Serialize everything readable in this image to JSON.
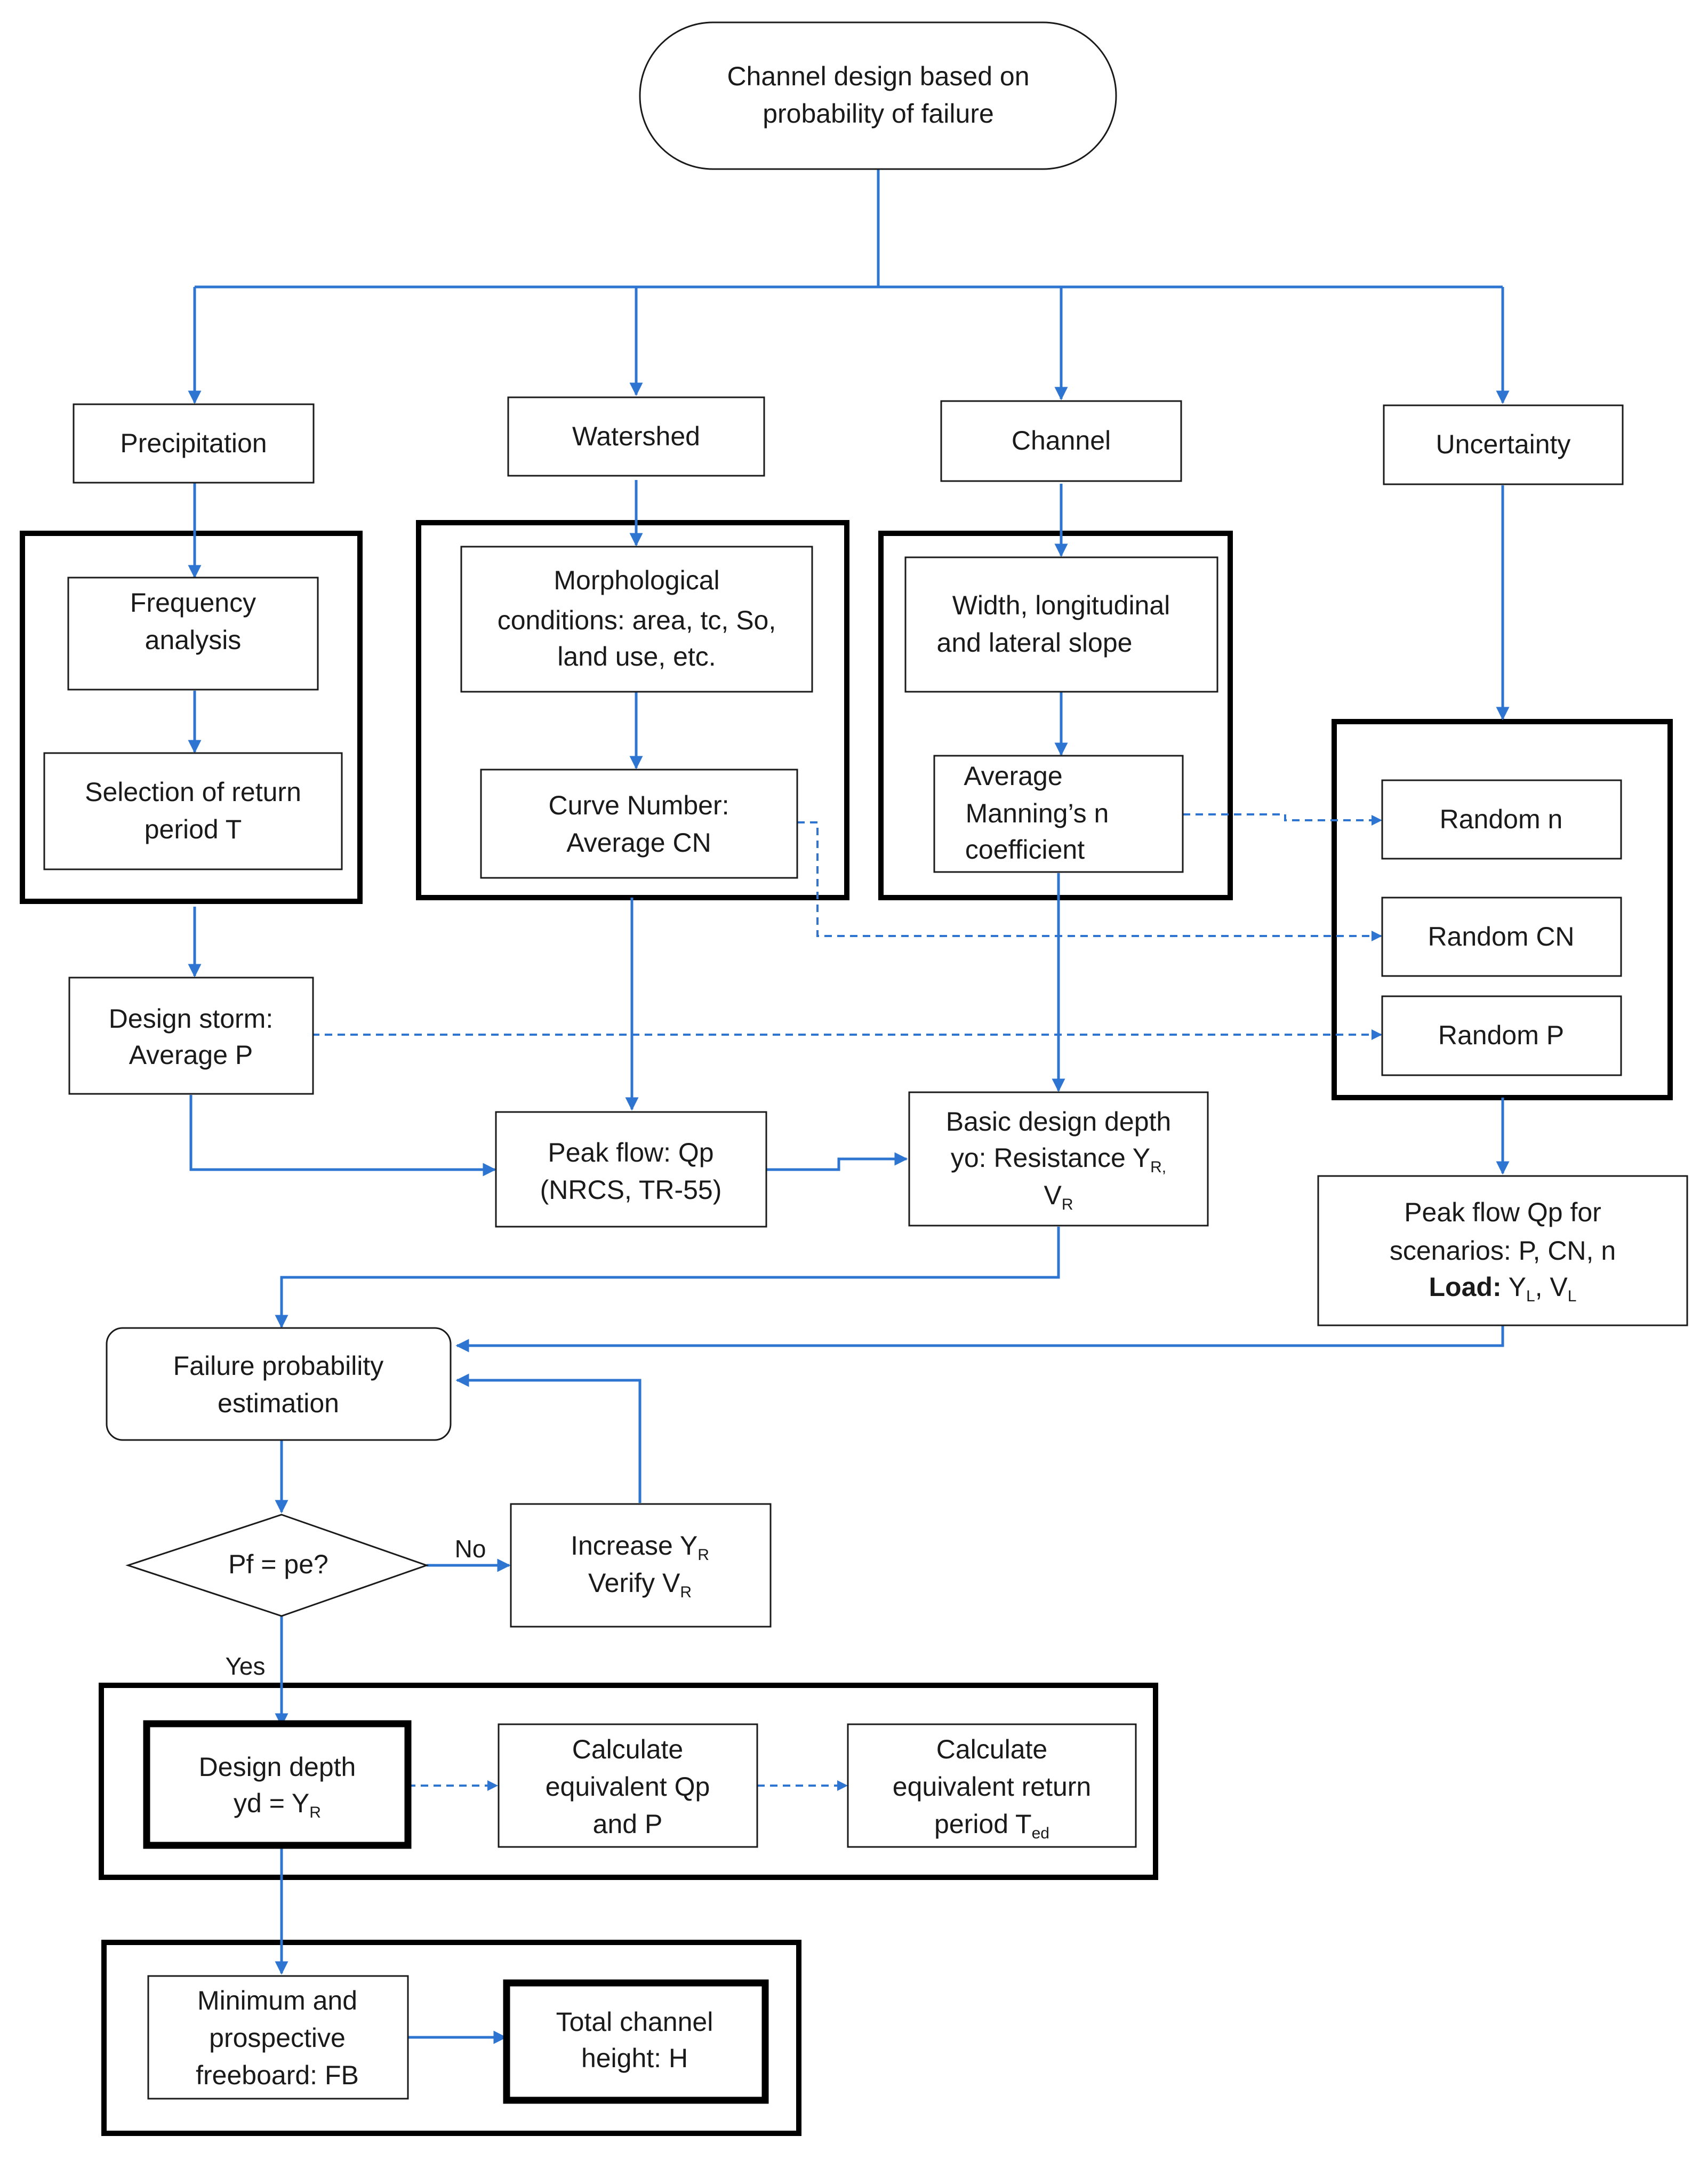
{
  "nodes": {
    "start": [
      "Channel design based on",
      "probability of failure"
    ],
    "precipitation": "Precipitation",
    "watershed": "Watershed",
    "channel": "Channel",
    "uncertainty": "Uncertainty",
    "frequency": [
      "Frequency",
      "analysis"
    ],
    "selection": [
      "Selection of return",
      "period T"
    ],
    "morphological": [
      "Morphological",
      "conditions: area, tc, So,",
      "land use, etc."
    ],
    "curve_number": [
      "Curve Number:",
      "Average CN"
    ],
    "width": [
      "Width, longitudinal",
      "and lateral slope"
    ],
    "manning": [
      "Average",
      "Manning’s n",
      "coefficient"
    ],
    "random_n": "Random n",
    "random_cn": "Random CN",
    "random_p": "Random P",
    "design_storm": [
      "Design storm:",
      "Average P"
    ],
    "peak_flow": [
      "Peak flow: Qp",
      "(NRCS, TR-55)"
    ],
    "basic_depth": {
      "line1": "Basic design depth",
      "line2": "yo: Resistance Y",
      "sub2": "R,",
      "line3": "V",
      "sub3": "R"
    },
    "peak_flow_scenarios": {
      "line1": "Peak flow Qp for",
      "line2": "scenarios: P, CN, n",
      "line3_bold": "Load:",
      "line3": " Y",
      "sub_a": "L",
      "sep": ", V",
      "sub_b": "L"
    },
    "failure_estimation": [
      "Failure probability",
      "estimation"
    ],
    "decision": "Pf = pe?",
    "increase": {
      "line1": "Increase Y",
      "sub1": "R",
      "line2": "Verify V",
      "sub2": "R"
    },
    "design_depth": {
      "line1": "Design depth",
      "line2": "yd = Y",
      "sub2": "R"
    },
    "equivalent_qp": [
      "Calculate",
      "equivalent Qp",
      "and P"
    ],
    "equivalent_return": {
      "line1": "Calculate",
      "line2": "equivalent return",
      "line3": "period T",
      "sub3": "ed"
    },
    "freeboard": [
      "Minimum and",
      "prospective",
      "freeboard: FB"
    ],
    "total_height": [
      "Total channel",
      "height: H"
    ]
  },
  "edge_labels": {
    "no": "No",
    "yes": "Yes"
  },
  "colors": {
    "arrow": "#2e75d2",
    "border": "#1a1a1a"
  }
}
